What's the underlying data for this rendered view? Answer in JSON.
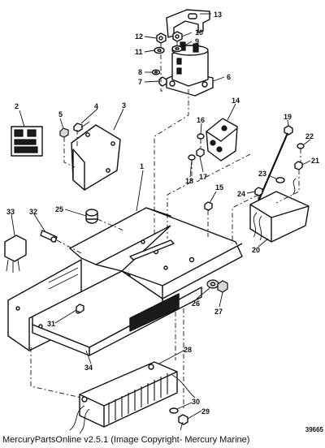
{
  "figure_number": "39665",
  "footer_text": "MercuryPartsOnline v2.5.1 (Image Copyright- Mercury Marine)",
  "callouts": [
    "1",
    "2",
    "3",
    "4",
    "5",
    "6",
    "7",
    "8",
    "9",
    "10",
    "11",
    "12",
    "13",
    "14",
    "15",
    "16",
    "17",
    "18",
    "19",
    "20",
    "21",
    "22",
    "23",
    "24",
    "25",
    "26",
    "27",
    "28",
    "29",
    "30",
    "31",
    "32",
    "33",
    "34"
  ]
}
